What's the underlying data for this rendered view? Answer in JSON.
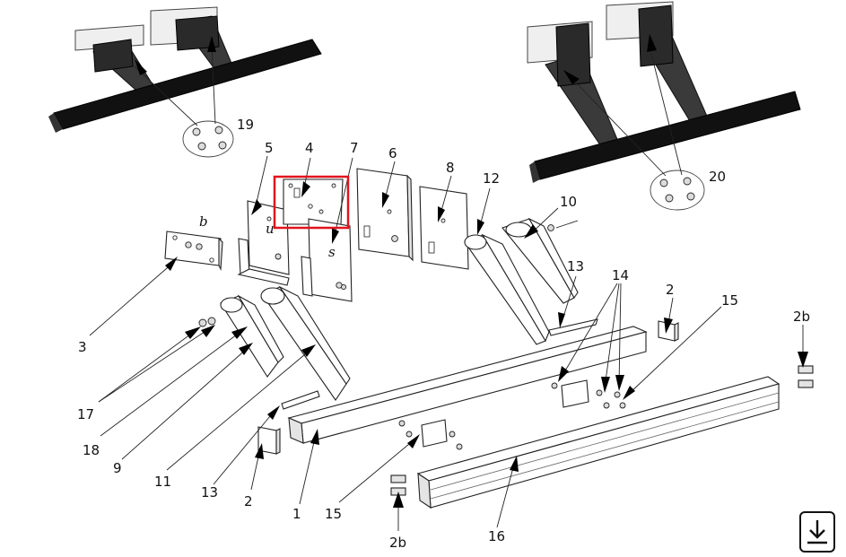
{
  "callouts": [
    {
      "id": "c19",
      "text": "19"
    },
    {
      "id": "c20",
      "text": "20"
    },
    {
      "id": "c5",
      "text": "5"
    },
    {
      "id": "c4",
      "text": "4"
    },
    {
      "id": "c7",
      "text": "7"
    },
    {
      "id": "c6",
      "text": "6"
    },
    {
      "id": "c8",
      "text": "8"
    },
    {
      "id": "c12",
      "text": "12"
    },
    {
      "id": "c10",
      "text": "10"
    },
    {
      "id": "c3",
      "text": "3"
    },
    {
      "id": "c13a",
      "text": "13"
    },
    {
      "id": "c14",
      "text": "14"
    },
    {
      "id": "c2a",
      "text": "2"
    },
    {
      "id": "c15a",
      "text": "15"
    },
    {
      "id": "c2ba",
      "text": "2b"
    },
    {
      "id": "c17",
      "text": "17"
    },
    {
      "id": "c18",
      "text": "18"
    },
    {
      "id": "c9",
      "text": "9"
    },
    {
      "id": "c11",
      "text": "11"
    },
    {
      "id": "c13b",
      "text": "13"
    },
    {
      "id": "c2b",
      "text": "2"
    },
    {
      "id": "c1",
      "text": "1"
    },
    {
      "id": "c15b",
      "text": "15"
    },
    {
      "id": "c2bb",
      "text": "2b"
    },
    {
      "id": "c16",
      "text": "16"
    }
  ],
  "letters": {
    "b": "b",
    "u": "u",
    "s": "s"
  },
  "highlight_color": "#e0141e",
  "icons": {
    "download": "download-icon"
  }
}
